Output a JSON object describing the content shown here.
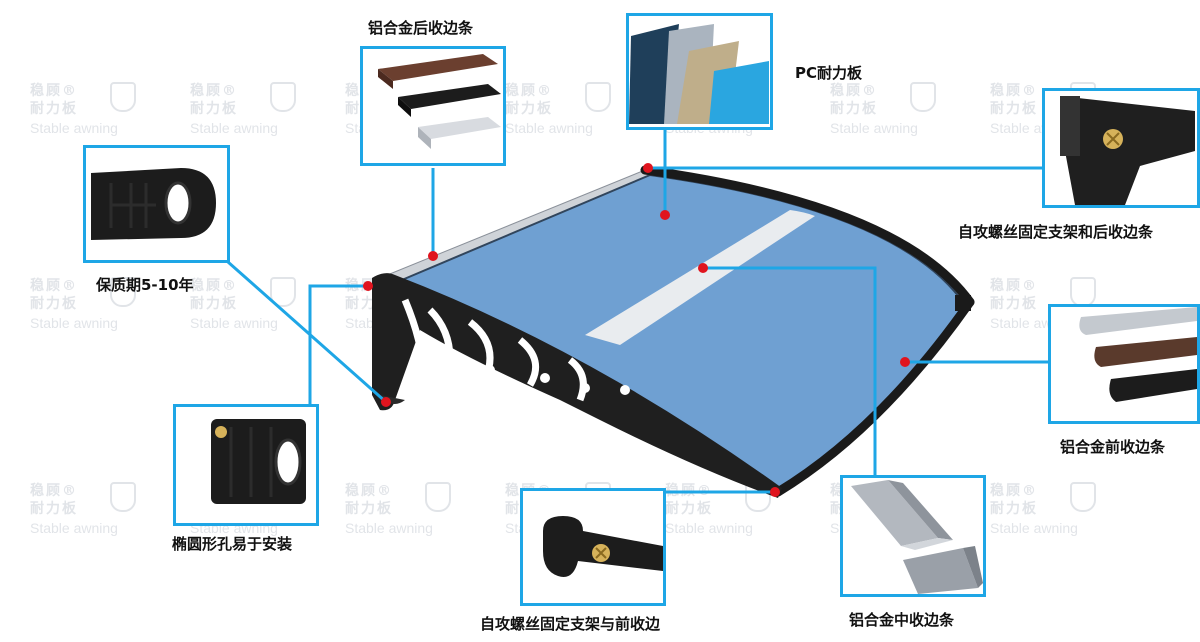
{
  "labels": {
    "rear_trim": "铝合金后收边条",
    "pc_board": "PC耐力板",
    "bracket_rear": "自攻螺丝固定支架和后收边条",
    "warranty": "保质期5-10年",
    "front_trim": "铝合金前收边条",
    "oval_hole": "椭圆形孔易于安装",
    "bracket_front": "自攻螺丝固定支架与前收边",
    "middle_trim": "铝合金中收边条"
  },
  "watermark": {
    "mark_line1": "稳顾®",
    "mark_line2": "耐力板",
    "text": "Stable awning"
  },
  "colors": {
    "callout_line": "#1ea6e6",
    "marker_dot": "#e0141e",
    "panel_blue": "#6fa0d2",
    "frame_black": "#1a1a1a"
  }
}
